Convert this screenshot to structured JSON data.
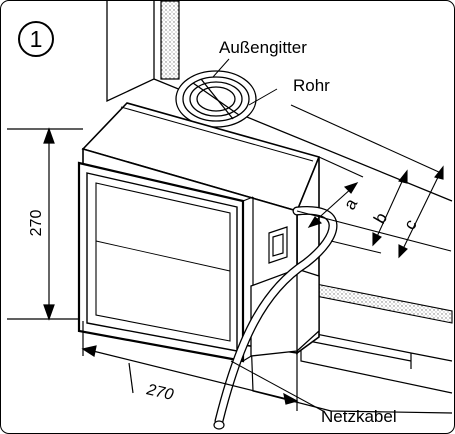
{
  "figure": {
    "step_number": "1",
    "labels": {
      "outer_grille": "Außengitter",
      "pipe": "Rohr",
      "power_cable": "Netzkabel",
      "dim_a": "a",
      "dim_b": "b",
      "dim_c": "c",
      "height": "270",
      "width": "270"
    }
  },
  "colors": {
    "line": "#000000",
    "background": "#ffffff",
    "hatch": "#bdbdbd"
  }
}
